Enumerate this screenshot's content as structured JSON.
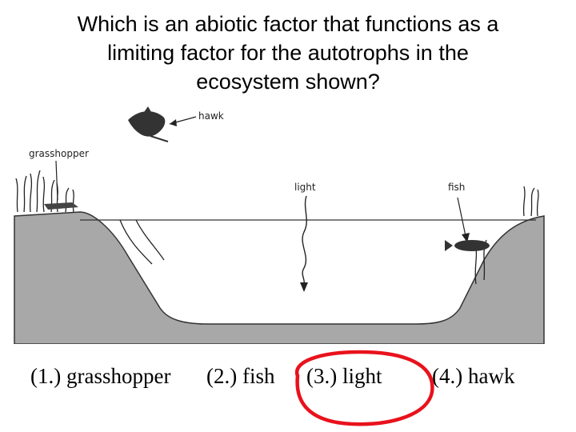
{
  "question": {
    "line1": "Which is an abiotic factor that functions as a",
    "line2": "limiting factor for the autotrophs in the",
    "line3": "ecosystem shown?"
  },
  "diagram": {
    "labels": {
      "hawk": "hawk",
      "grasshopper": "grasshopper",
      "light": "light",
      "fish": "fish"
    }
  },
  "answers": [
    {
      "text": "(1.) grasshopper"
    },
    {
      "text": "(2.) fish"
    },
    {
      "text": "(3.) light"
    },
    {
      "text": "(4.) hawk"
    }
  ],
  "colors": {
    "ground": "#a8a8a8",
    "highlight_circle": "#e8121c"
  }
}
